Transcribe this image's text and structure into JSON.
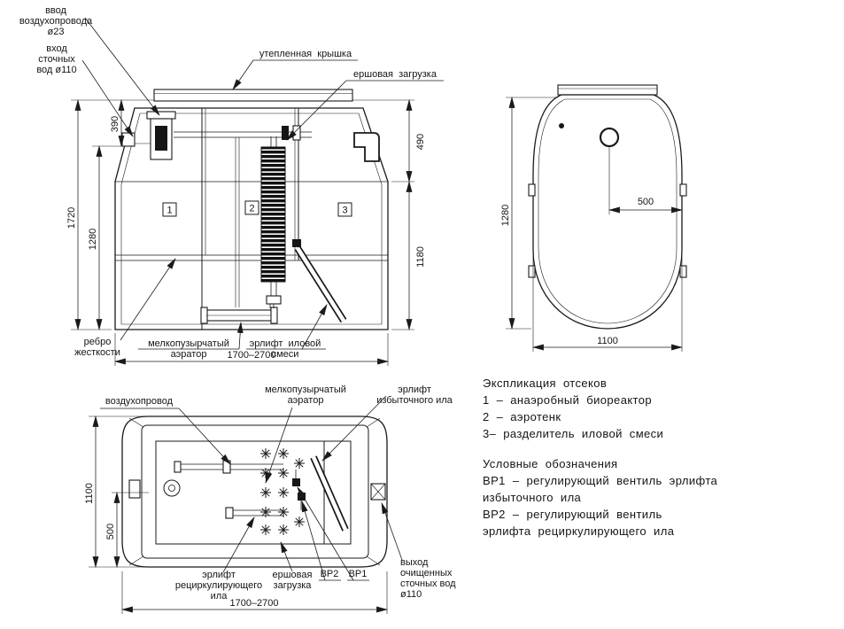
{
  "front_view": {
    "labels": {
      "air_inlet_l1": "ввод",
      "air_inlet_l2": "воздухопровода",
      "air_inlet_l3": "ø23",
      "inlet_l1": "вход",
      "inlet_l2": "сточных",
      "inlet_l3": "вод ø110",
      "lid": "утепленная  крышка",
      "brush": "ершовая  загрузка",
      "rib_l1": "ребро",
      "rib_l2": "жесткости",
      "aerator_l1": "мелкопузырчатый",
      "aerator_l2": "аэратор",
      "airlift_l1": "эрлифт  иловой",
      "airlift_l2": "смеси"
    },
    "compartments": [
      "1",
      "2",
      "3"
    ],
    "dims": {
      "d390": "390",
      "d1280": "1280",
      "d1720": "1720",
      "d490": "490",
      "d1180": "1180",
      "width": "1700–2700"
    }
  },
  "top_view": {
    "dims": {
      "d500": "500",
      "d1280": "1280",
      "d1100": "1100"
    }
  },
  "plan_view": {
    "labels": {
      "air_duct": "воздухопровод",
      "aerator_l1": "мелкопузырчатый",
      "aerator_l2": "аэратор",
      "excess_l1": "эрлифт",
      "excess_l2": "избыточного ила",
      "recirc_l1": "эрлифт",
      "recirc_l2": "рециркулирующего",
      "recirc_l3": "ила",
      "brush_l1": "ершовая",
      "brush_l2": "загрузка",
      "vr2": "ВР2",
      "vr1": "ВР1",
      "outlet_l1": "выход",
      "outlet_l2": "очищенных",
      "outlet_l3": "сточных вод",
      "outlet_l4": "ø110"
    },
    "dims": {
      "d1100": "1100",
      "d500": "500",
      "width": "1700–2700"
    }
  },
  "legend": {
    "lines": [
      "Экспликация  отсеков",
      "1  –  анаэробный  биореактор",
      "2  –  аэротенк",
      "3–  разделитель  иловой  смеси",
      "Условные  обозначения",
      "ВР1  –  регулирующий  вентиль  эрлифта",
      "избыточного  ила",
      "ВР2  –  регулирующий  вентиль",
      "эрлифта  рециркулирующего  ила"
    ]
  }
}
